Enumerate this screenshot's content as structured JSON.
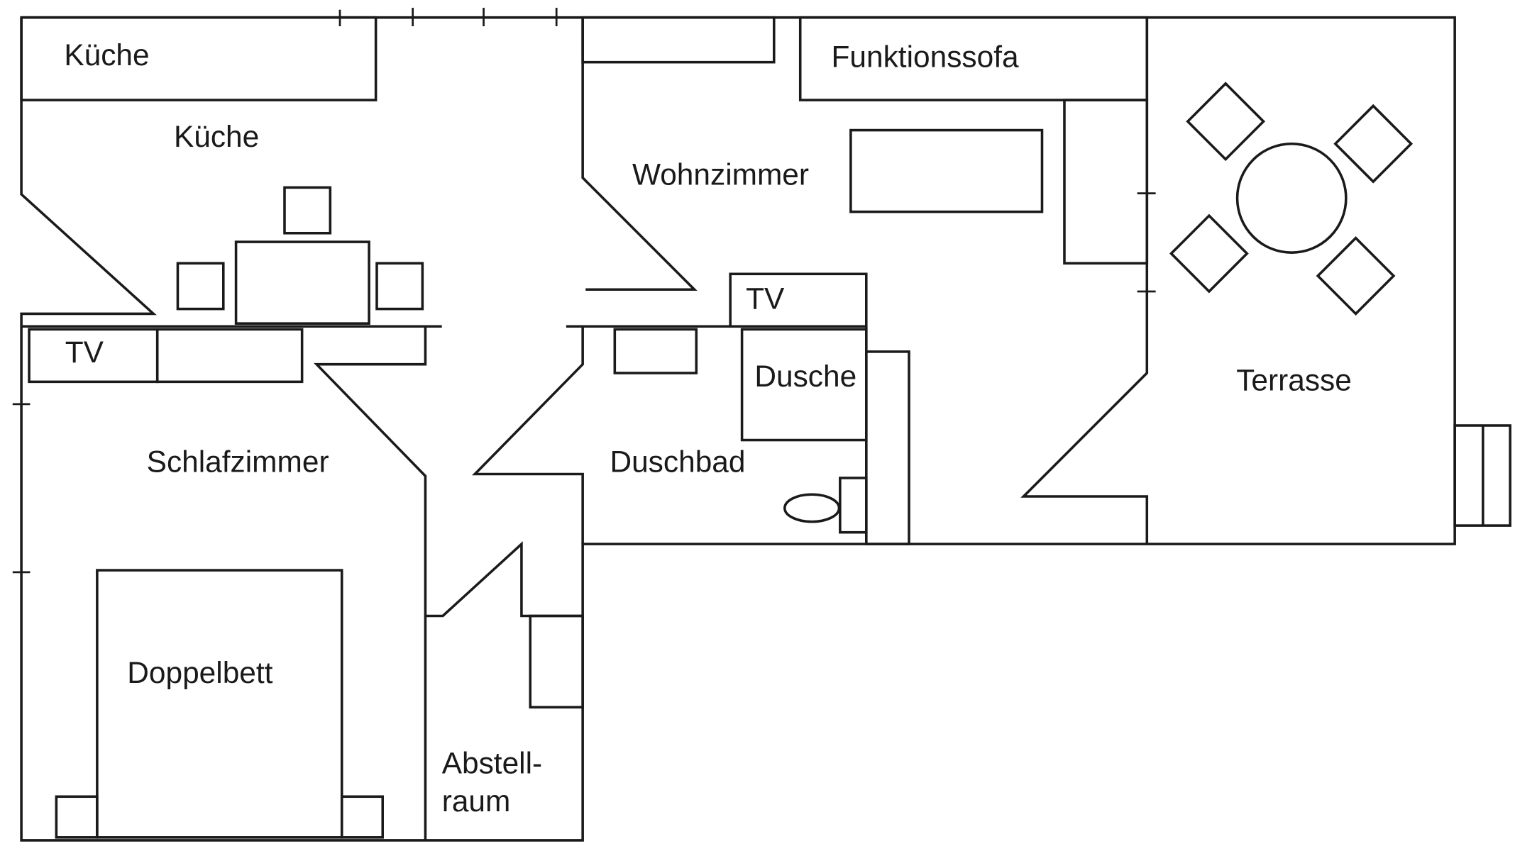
{
  "title": "Floor plan",
  "line_color": "#1a1a1a",
  "background": "#ffffff",
  "labels": {
    "kitchen_counter": "Küche",
    "kitchen_room": "Küche",
    "tv_bedroom": "TV",
    "bedroom": "Schlafzimmer",
    "double_bed": "Doppelbett",
    "storage_line1": "Abstell-",
    "storage_line2": "raum",
    "living_room": "Wohnzimmer",
    "sofa": "Funktionssofa",
    "tv_living": "TV",
    "shower": "Dusche",
    "shower_room": "Duschbad",
    "terrace": "Terrasse"
  }
}
